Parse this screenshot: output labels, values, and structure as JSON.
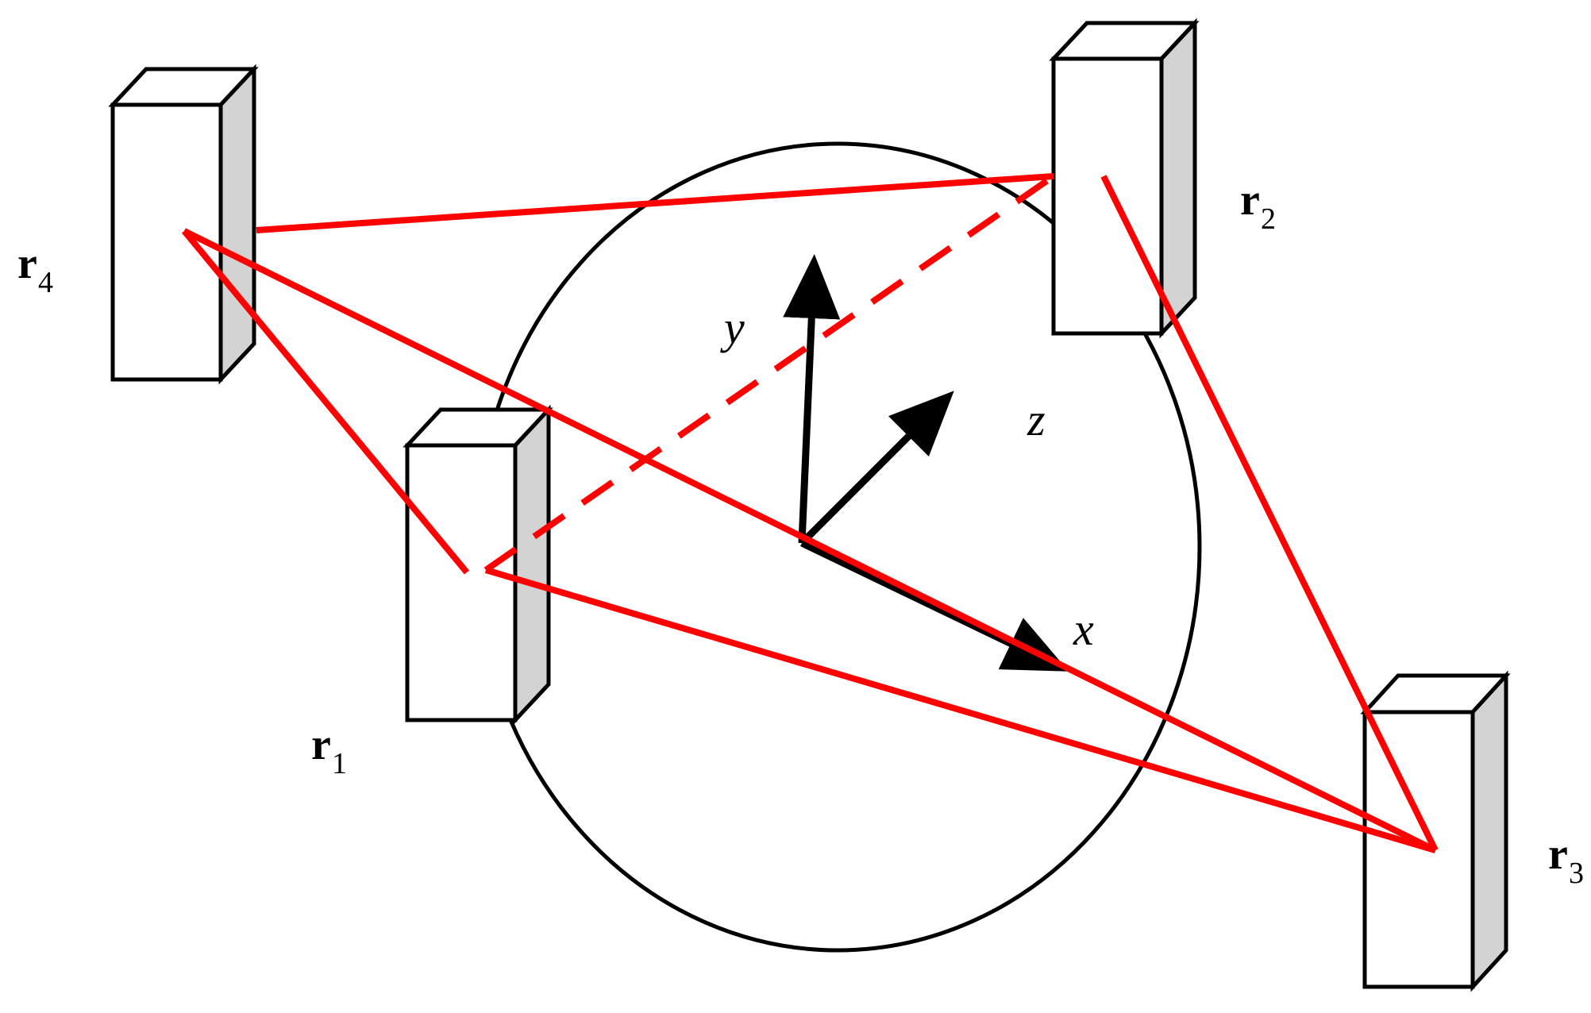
{
  "colors": {
    "background": "#ffffff",
    "outline": "#000000",
    "box_face": "#ffffff",
    "box_side": "#d3d3d3",
    "link_line": "#ff0000",
    "axis": "#000000"
  },
  "receivers": [
    {
      "id": "r1",
      "symbol": "r",
      "subscript": "1"
    },
    {
      "id": "r2",
      "symbol": "r",
      "subscript": "2"
    },
    {
      "id": "r3",
      "symbol": "r",
      "subscript": "3"
    },
    {
      "id": "r4",
      "symbol": "r",
      "subscript": "4"
    }
  ],
  "axes": {
    "x": "x",
    "y": "y",
    "z": "z"
  },
  "links": [
    {
      "from": "r4",
      "to": "r2",
      "style": "solid"
    },
    {
      "from": "r4",
      "to": "r1",
      "style": "solid"
    },
    {
      "from": "r4",
      "to": "r3",
      "style": "solid"
    },
    {
      "from": "r1",
      "to": "r2",
      "style": "dashed"
    },
    {
      "from": "r1",
      "to": "r3",
      "style": "solid"
    },
    {
      "from": "r2",
      "to": "r3",
      "style": "solid"
    }
  ]
}
